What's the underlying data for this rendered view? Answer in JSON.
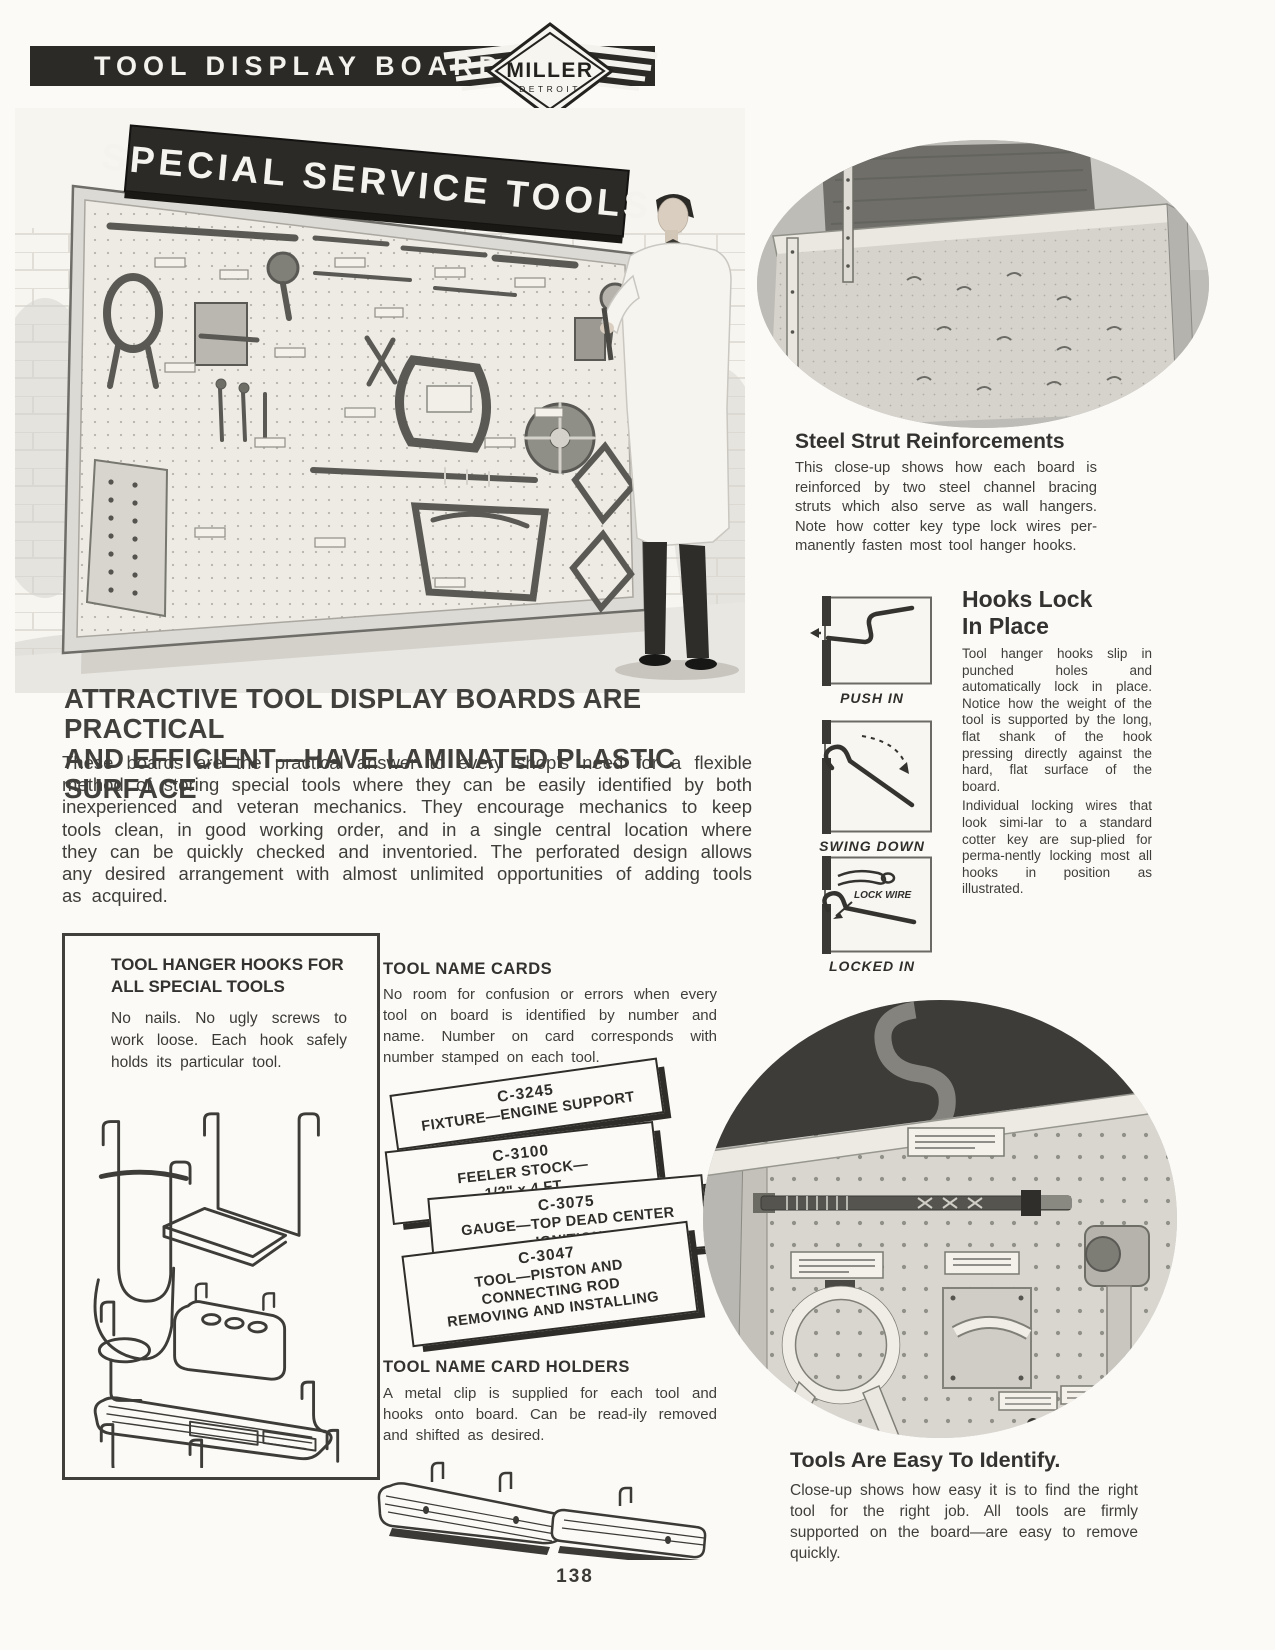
{
  "colors": {
    "paper": "#fbfaf6",
    "ink": "#3a3936",
    "banner_black": "#2b2a27",
    "photo_gray": "#d5d3cc"
  },
  "header": {
    "title": "TOOL DISPLAY BOARDS",
    "logo_brand": "MILLER",
    "logo_city": "DETROIT"
  },
  "main_photo": {
    "sign_text": "SPECIAL SERVICE TOOLS"
  },
  "headline": {
    "line1": "ATTRACTIVE TOOL DISPLAY BOARDS ARE PRACTICAL",
    "line2": "AND EFFICIENT—HAVE LAMINATED PLASTIC SURFACE"
  },
  "intro_paragraph": "These boards are the practical answer to every shop's need for a flexible method of storing special tools where they can be easily identified by both inexperienced and veteran mechanics.  They encourage mechanics to keep tools clean, in good working order, and in a single central location where they can be quickly checked and inventoried.  The perforated design allows any desired arrangement with almost unlimited opportunities of adding tools as acquired.",
  "hanger_hooks_box": {
    "heading": "TOOL HANGER HOOKS FOR ALL SPECIAL TOOLS",
    "body": "No nails.  No ugly screws to work loose.  Each hook safely holds its particular tool."
  },
  "tool_name_cards": {
    "heading": "TOOL NAME CARDS",
    "body": "No room for confusion or errors when every tool on board is identified by number and name.  Number on card corresponds with number stamped on each tool.",
    "cards": [
      {
        "number": "C-3245",
        "line1": "FIXTURE—ENGINE SUPPORT"
      },
      {
        "number": "C-3100",
        "line1": "FEELER STOCK—",
        "line2": "1/2\" x 4 FT."
      },
      {
        "number": "C-3075",
        "line1": "GAUGE—TOP DEAD CENTER",
        "line2": "IGNITION"
      },
      {
        "number": "C-3047",
        "line1": "TOOL—PISTON AND",
        "line2": "CONNECTING ROD",
        "line3": "REMOVING AND INSTALLING"
      }
    ]
  },
  "card_holders": {
    "heading": "TOOL NAME CARD HOLDERS",
    "body": "A metal clip is supplied for each tool and hooks onto board.  Can be read-ily removed and shifted as desired."
  },
  "steel_strut": {
    "heading": "Steel Strut Reinforcements",
    "body": "This close-up shows how each board is reinforced by two steel channel bracing struts which also serve as wall hangers. Note how cotter key type lock wires per-manently fasten most tool hanger hooks."
  },
  "hooks_lock": {
    "heading_line1": "Hooks Lock",
    "heading_line2": "In Place",
    "paragraph1": "Tool hanger hooks slip in punched holes and automatically lock in place.  Notice how the weight of the tool is supported by the long, flat shank of the hook pressing directly against the hard, flat surface of the board.",
    "paragraph2": "Individual locking wires that look simi-lar to a standard cotter key are sup-plied for perma-nently locking most all hooks in position as illustrated.",
    "label_push_in": "PUSH IN",
    "label_swing_down": "SWING DOWN",
    "label_lock_wire": "LOCK WIRE",
    "label_locked_in": "LOCKED IN"
  },
  "easy_identify": {
    "heading": "Tools Are Easy To Identify.",
    "body": "Close-up shows how easy it is to find the right tool for the right job.  All tools are firmly supported on the board—are easy to remove quickly."
  },
  "page_number": "138"
}
